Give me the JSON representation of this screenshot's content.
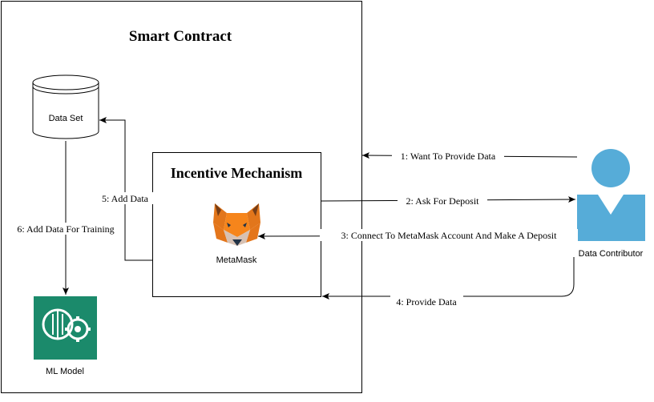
{
  "smart_contract": {
    "title": "Smart Contract"
  },
  "dataset": {
    "label": "Data Set"
  },
  "incentive": {
    "title": "Incentive Mechanism",
    "metamask_label": "MetaMask"
  },
  "ml_model": {
    "label": "ML Model"
  },
  "contributor": {
    "label": "Data Contributor"
  },
  "edges": [
    {
      "label": "1: Want To Provide Data"
    },
    {
      "label": "2: Ask For Deposit"
    },
    {
      "label": "3: Connect To MetaMask Account And Make A Deposit"
    },
    {
      "label": "4: Provide Data"
    },
    {
      "label": "5: Add Data"
    },
    {
      "label": "6: Add Data For Training"
    }
  ],
  "colors": {
    "stroke": "#000000",
    "person": "#56acd8",
    "ml_model_teal": "#1b8a6b",
    "fox_orange": "#e2761b",
    "fox_dark": "#763d16"
  },
  "icons": {
    "metamask": "metamask-fox-icon",
    "ml_model": "brain-gear-icon",
    "person": "user-icon",
    "dataset": "database-cylinder-icon"
  }
}
